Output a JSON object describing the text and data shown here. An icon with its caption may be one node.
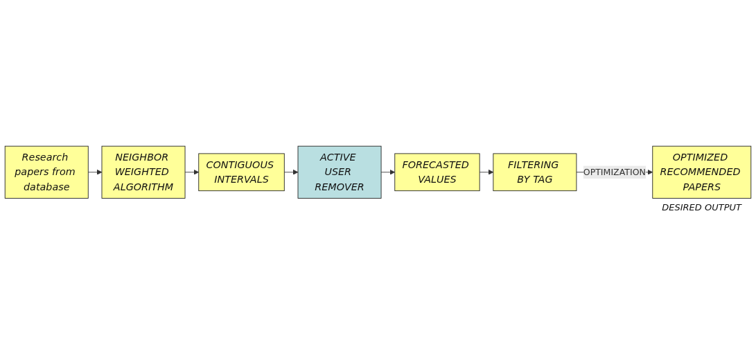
{
  "diagram": {
    "nodes": [
      {
        "text": [
          "Research papers from database"
        ]
      },
      {
        "text": [
          "NEIGHBOR WEIGHTED ALGORITHM"
        ]
      },
      {
        "text": [
          "CONTIGUOUS INTERVALS"
        ]
      },
      {
        "text": [
          "ACTIVE USER REMOVER"
        ]
      },
      {
        "text": [
          "FORECASTED VALUES"
        ]
      },
      {
        "text": [
          "FILTERING BY TAG"
        ]
      },
      {
        "text": [
          "OPTIMIZED RECOMMENDED PAPERS"
        ],
        "beside": [
          "DESIRED OUTPUT"
        ]
      }
    ],
    "edges": [
      {
        "from": 0,
        "to": 1,
        "arrow": "to"
      },
      {
        "from": 1,
        "to": 2,
        "arrow": "to"
      },
      {
        "from": 2,
        "to": 3,
        "arrow": "to"
      },
      {
        "from": 3,
        "to": 4,
        "arrow": "to"
      },
      {
        "from": 4,
        "to": 5,
        "arrow": "to"
      },
      {
        "from": 5,
        "to": 6,
        "arrow": "to",
        "label": "OPTIMIZATION"
      }
    ]
  }
}
